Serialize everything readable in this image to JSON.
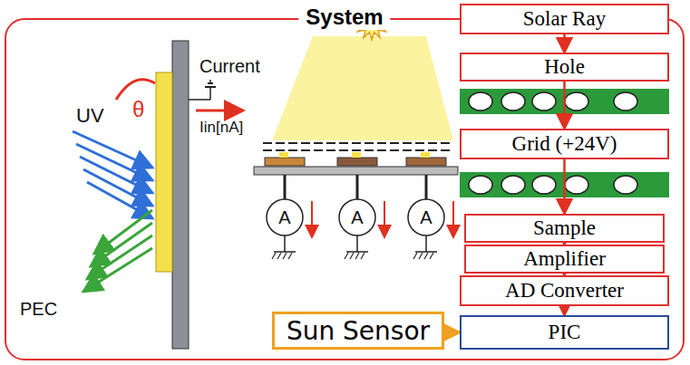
{
  "diagram": {
    "nodes": [
      {
        "text": [
          "System"
        ]
      },
      {
        "text": [
          "Solar Ray"
        ],
        "in": 0
      },
      {
        "text": [
          "Hole"
        ],
        "in": 0
      },
      {
        "text": [
          "Grid (+24V)"
        ],
        "in": 0
      },
      {
        "text": [
          "Sample"
        ],
        "in": 0
      },
      {
        "text": [
          "Amplifier"
        ],
        "in": 0
      },
      {
        "text": [
          "AD Converter"
        ],
        "in": 0
      },
      {
        "text": [
          "Sun Sensor"
        ],
        "in": 0
      },
      {
        "text": [
          "PIC"
        ],
        "in": 0
      }
    ],
    "edges": [
      {
        "from": 1,
        "to": 2,
        "arrow": "to"
      },
      {
        "from": 2,
        "to": 3,
        "arrow": "to"
      },
      {
        "from": 3,
        "to": 4,
        "arrow": "to"
      },
      {
        "from": 4,
        "to": 5,
        "arrow": "to"
      },
      {
        "from": 5,
        "to": 6,
        "arrow": "to"
      },
      {
        "from": 6,
        "to": 8,
        "arrow": "to"
      },
      {
        "from": 7,
        "to": 8,
        "arrow": "to"
      }
    ],
    "labels": [
      "UV",
      "θ",
      "PEC",
      "Current",
      "Iin[nA]",
      "A",
      "A",
      "A"
    ]
  }
}
